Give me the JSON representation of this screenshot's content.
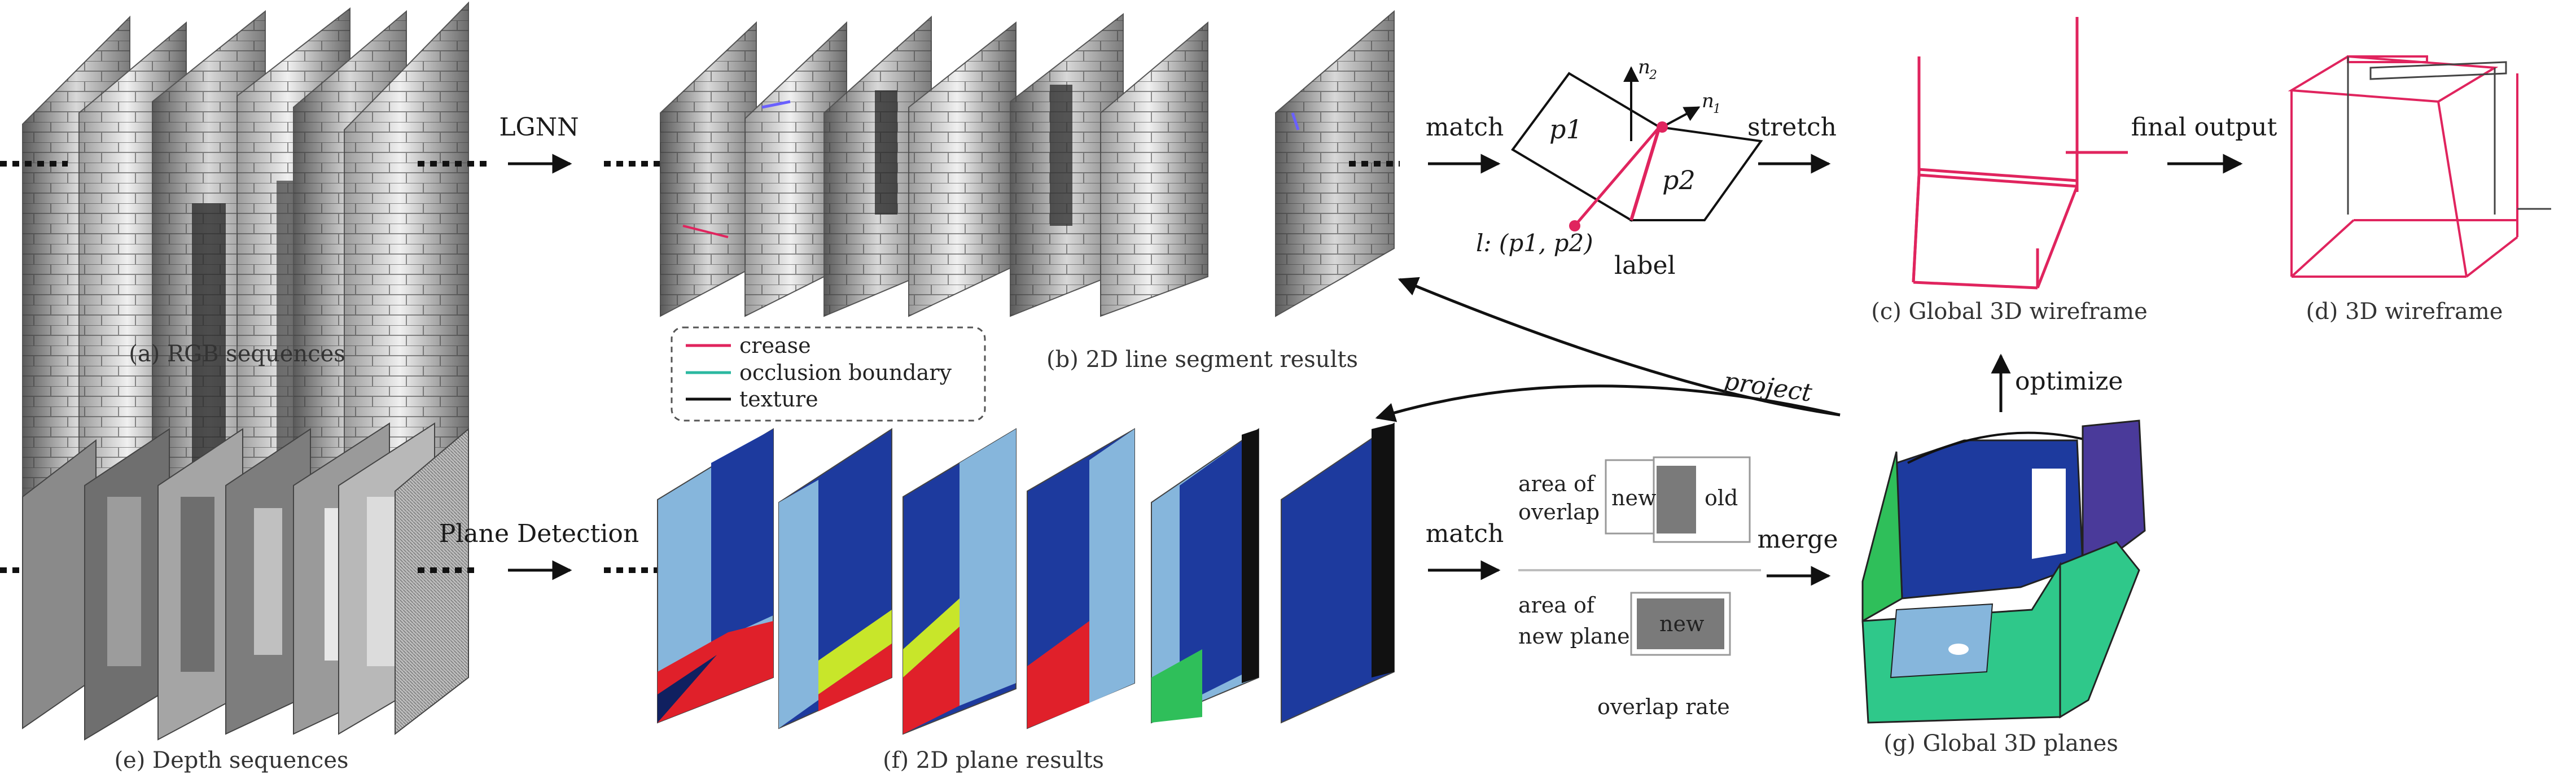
{
  "captions": {
    "rgb": "(a) RGB sequences",
    "lines2d": "(b) 2D line segment results",
    "wire_global": "(c) Global 3D wireframe",
    "wire_final": "(d) 3D wireframe",
    "depth": "(e) Depth sequences",
    "planes2d": "(f) 2D plane results",
    "planes_global": "(g) Global 3D planes"
  },
  "arrows": {
    "lgnn": "LGNN",
    "match_top": "match",
    "stretch": "stretch",
    "final_output": "final output",
    "plane_detection": "Plane Detection",
    "match_bottom": "match",
    "merge": "merge",
    "optimize": "optimize",
    "project": "project"
  },
  "legend": {
    "items": [
      {
        "label": "crease",
        "color": "#e0245e"
      },
      {
        "label": "occlusion boundary",
        "color": "#2bb8a0"
      },
      {
        "label": "texture",
        "color": "#111111"
      }
    ]
  },
  "plane_label": {
    "p1": "p1",
    "p2": "p2",
    "n1": "n",
    "n1_sub": "1",
    "n2": "n",
    "n2_sub": "2",
    "line": "l: (p1, p2)",
    "label": "label"
  },
  "overlap": {
    "area_overlap_1": "area of",
    "area_overlap_2": "overlap",
    "new": "new",
    "old": "old",
    "area_new_1": "area of",
    "area_new_2": "new plane",
    "new2": "new",
    "overlap_rate": "overlap rate"
  },
  "colors": {
    "crease": "#e0245e",
    "plane_blue": "#1d3a9e",
    "plane_light": "#86b6dc",
    "plane_red": "#e0202a",
    "plane_yellow": "#c8e62a",
    "plane_green": "#2fbf5a"
  }
}
